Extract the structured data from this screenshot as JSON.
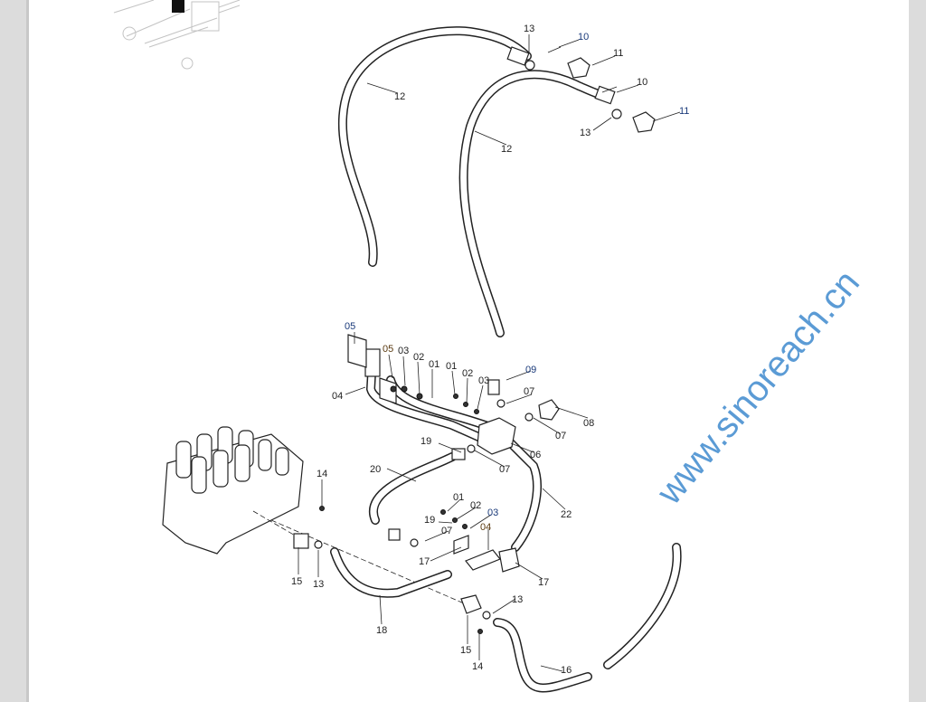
{
  "labels": [
    "13",
    "10",
    "11",
    "12",
    "10",
    "11",
    "13",
    "12",
    "05",
    "05",
    "03",
    "02",
    "01",
    "04",
    "01",
    "02",
    "03",
    "09",
    "07",
    "08",
    "07",
    "19",
    "06",
    "07",
    "20",
    "14",
    "22",
    "01",
    "02",
    "19",
    "03",
    "07",
    "04",
    "17",
    "17",
    "15",
    "13",
    "13",
    "18",
    "15",
    "14",
    "16"
  ],
  "watermark": "www.sinoreach.cn",
  "colors": {
    "watermark": "#5b9bd5",
    "background": "#dcdcdc",
    "page": "#ffffff"
  }
}
